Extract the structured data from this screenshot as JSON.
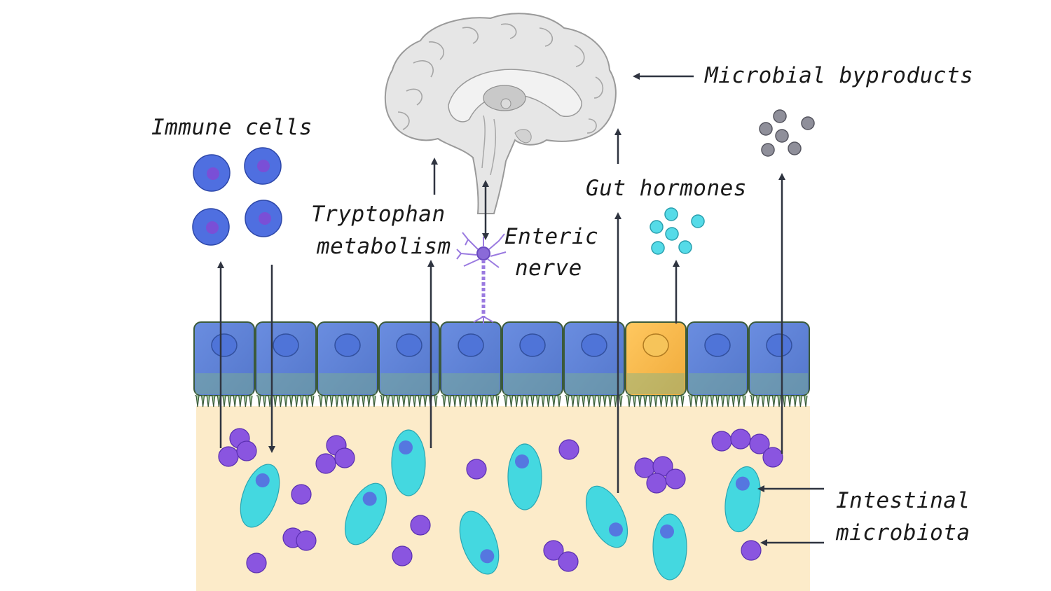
{
  "labels": {
    "immune_cells": "Immune cells",
    "tryptophan_line1": "Tryptophan",
    "tryptophan_line2": "metabolism",
    "enteric_line1": "Enteric",
    "enteric_line2": "nerve",
    "gut_hormones": "Gut hormones",
    "microbial_byproducts": "Microbial byproducts",
    "microbiota_line1": "Intestinal",
    "microbiota_line2": "microbiota"
  },
  "colors": {
    "lumen": "#fcebc9",
    "epithelial_cell": "#5b7fd4",
    "enteroendocrine_cell": "#f5b54a",
    "immune_cell": "#4f6fe0",
    "immune_nucleus": "#7a4fd6",
    "bacteria_round": "#8a55e0",
    "bacteria_rod": "#44d8e0",
    "hormone": "#55dbe8",
    "byproduct": "#8f8f9a",
    "neuron": "#9a7ae0",
    "arrow": "#2f3440"
  },
  "icons": [
    "brain-icon",
    "neuron-icon",
    "immune-cell-icon",
    "bacteria-icon",
    "epithelial-cell-icon"
  ]
}
